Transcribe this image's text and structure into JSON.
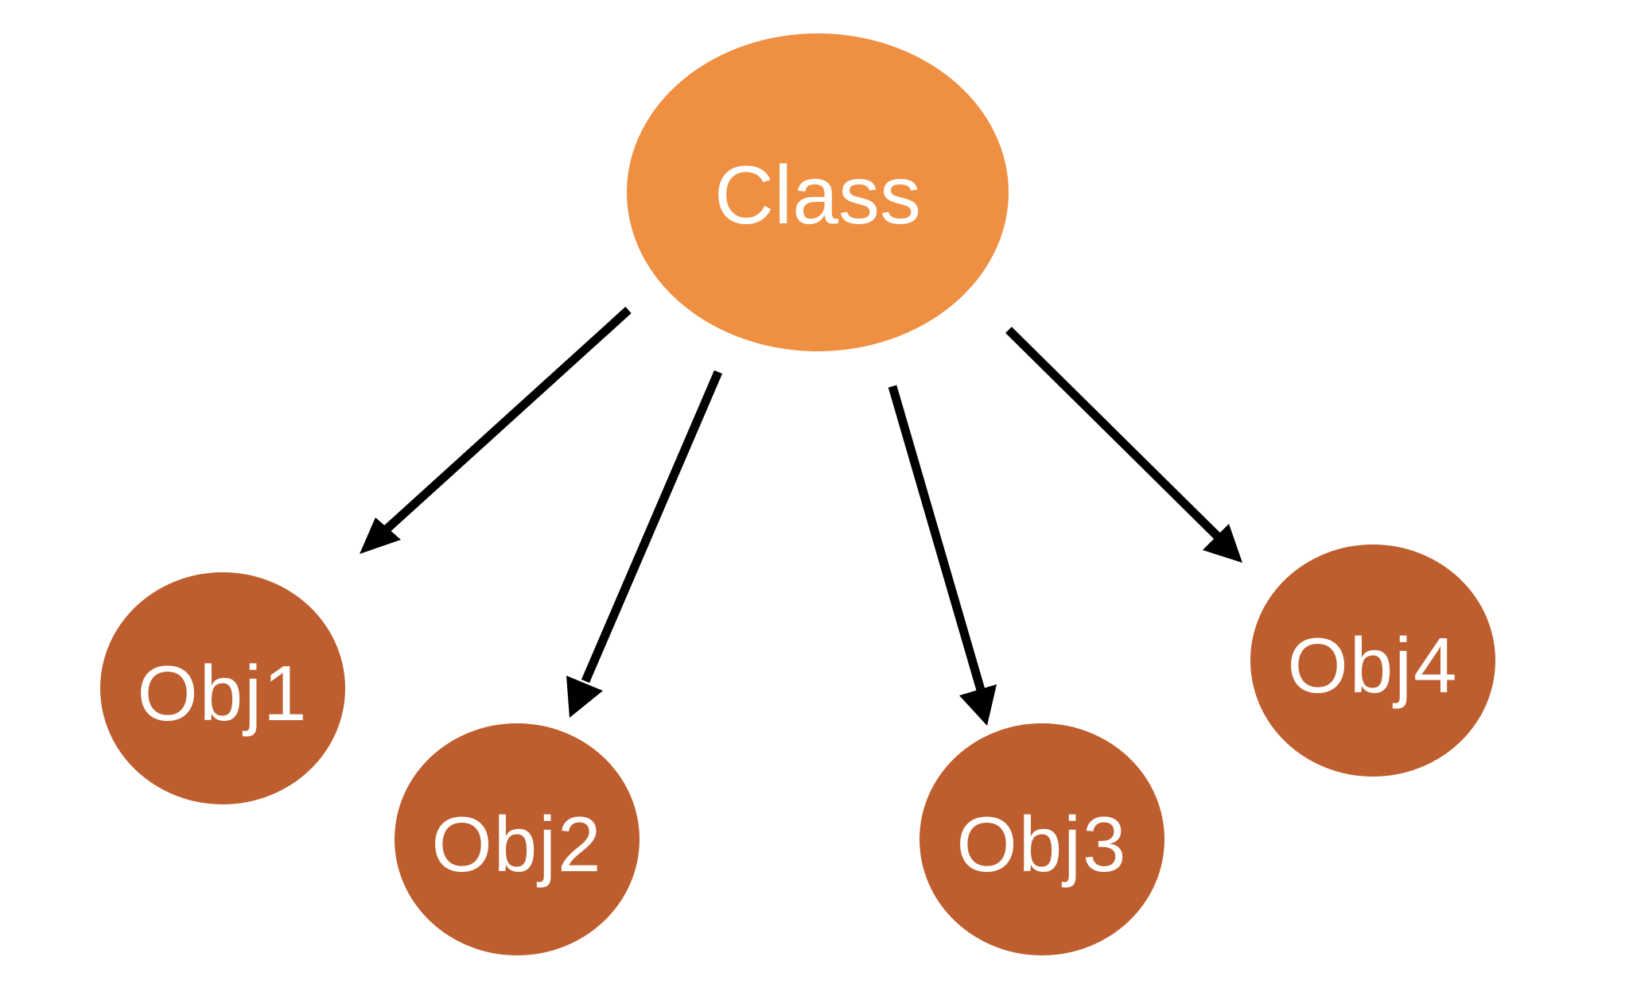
{
  "colors": {
    "background": "#ffffff",
    "class_node": "#EF8F41",
    "object_node": "#BE5E2E",
    "label": "#ffffff",
    "edge": "#000000"
  },
  "nodes": {
    "class": {
      "label": "Class"
    },
    "obj1": {
      "label": "Obj1"
    },
    "obj2": {
      "label": "Obj2"
    },
    "obj3": {
      "label": "Obj3"
    },
    "obj4": {
      "label": "Obj4"
    }
  },
  "edges": [
    {
      "from": "Class",
      "to": "Obj1"
    },
    {
      "from": "Class",
      "to": "Obj2"
    },
    {
      "from": "Class",
      "to": "Obj3"
    },
    {
      "from": "Class",
      "to": "Obj4"
    }
  ]
}
